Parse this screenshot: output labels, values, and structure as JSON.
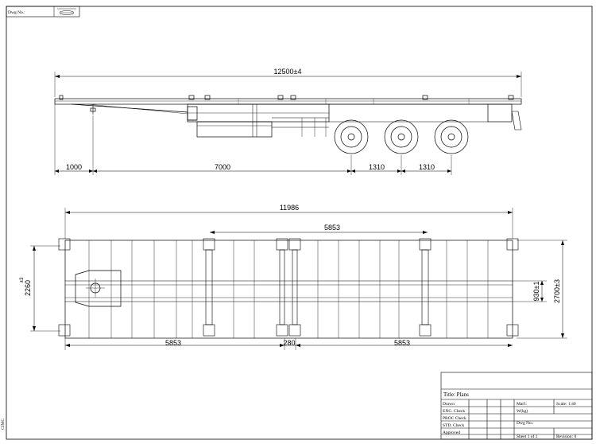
{
  "header": {
    "dwg_no_label": "Dwg No.:"
  },
  "side_view": {
    "overall_length": "12500±4",
    "front_overhang": "1000",
    "kingpin_to_axle": "7000",
    "axle_spacing_1": "1310",
    "axle_spacing_2": "1310"
  },
  "top_view": {
    "frame_length": "11986",
    "twistlock_span": "5853",
    "left_segment": "5853",
    "middle_gap": "280",
    "right_segment": "5853",
    "inner_width": "2260",
    "inner_width_tol": "±3",
    "beam_spacing": "930±1",
    "overall_width": "2700±3"
  },
  "title_block": {
    "title": "Title: Plans",
    "drawn": "Drawn",
    "eng_check": "ENG. Check",
    "proc_check": "PROC Check",
    "std_check": "STD. Check",
    "approved": "Approved",
    "matl": "Mat'l:",
    "scale": "Scale: 1:40",
    "weight": "W(kg)",
    "dwg_no": "Dwg No.:",
    "sheet": "Sheet  1  of  1",
    "revision": "Revision:  0"
  },
  "corner_mark": "CIMC"
}
